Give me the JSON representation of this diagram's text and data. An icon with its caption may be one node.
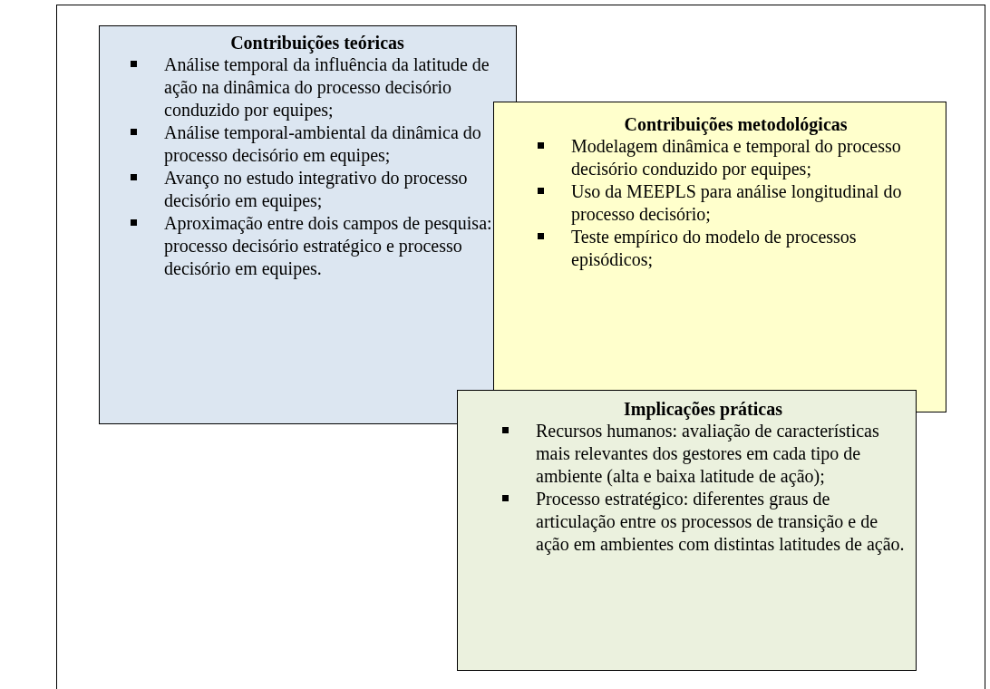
{
  "diagram": {
    "nodes": [
      {
        "text": [
          "Contribuições teóricas",
          "Análise temporal da influência da latitude de ação na dinâmica do processo decisório conduzido por equipes;",
          "Análise temporal-ambiental da dinâmica do processo decisório em equipes;",
          "Avanço no estudo integrativo do processo decisório em equipes;",
          "Aproximação entre dois campos de pesquisa: processo decisório estratégico e processo decisório em equipes."
        ]
      },
      {
        "text": [
          "Contribuições metodológicas",
          "Modelagem dinâmica e temporal do processo decisório conduzido por equipes;",
          "Uso da MEEPLS para análise longitudinal do processo decisório;",
          "Teste empírico do modelo de processos episódicos;"
        ]
      },
      {
        "text": [
          "Implicações práticas",
          "Recursos humanos: avaliação de características mais relevantes dos gestores em cada tipo de ambiente (alta e baixa latitude de ação);",
          "Processo estratégico: diferentes graus de articulação entre os processos de transição e de ação em ambientes com distintas latitudes de ação."
        ]
      }
    ]
  }
}
